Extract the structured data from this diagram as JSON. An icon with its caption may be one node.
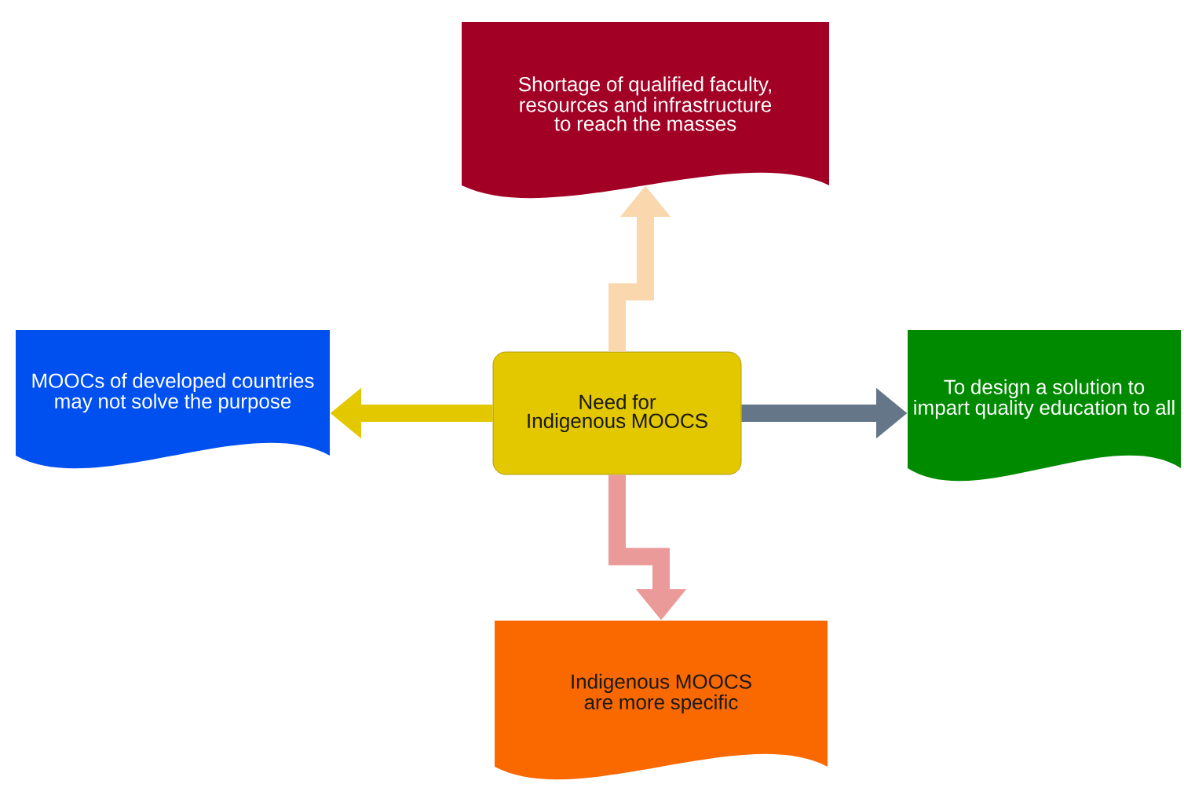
{
  "diagram": {
    "nodes": [
      {
        "text": [
          "Need for Indigenous MOOCS"
        ]
      },
      {
        "text": [
          "Shortage of qualified faculty, resources and infrastructure to reach the masses"
        ]
      },
      {
        "text": [
          "MOOCs of developed countries may not solve the purpose"
        ]
      },
      {
        "text": [
          "To design a solution to impart quality education to all"
        ]
      },
      {
        "text": [
          "Indigenous MOOCS are more specific"
        ]
      }
    ],
    "edges": [
      {
        "from": 0,
        "to": 1,
        "arrow": "to",
        "color": "#fad7ac"
      },
      {
        "from": 0,
        "to": 2,
        "arrow": "to",
        "color": "#e3c800"
      },
      {
        "from": 0,
        "to": 3,
        "arrow": "to",
        "color": "#647687"
      },
      {
        "from": 0,
        "to": 4,
        "arrow": "to",
        "color": "#ea9a98"
      }
    ]
  }
}
